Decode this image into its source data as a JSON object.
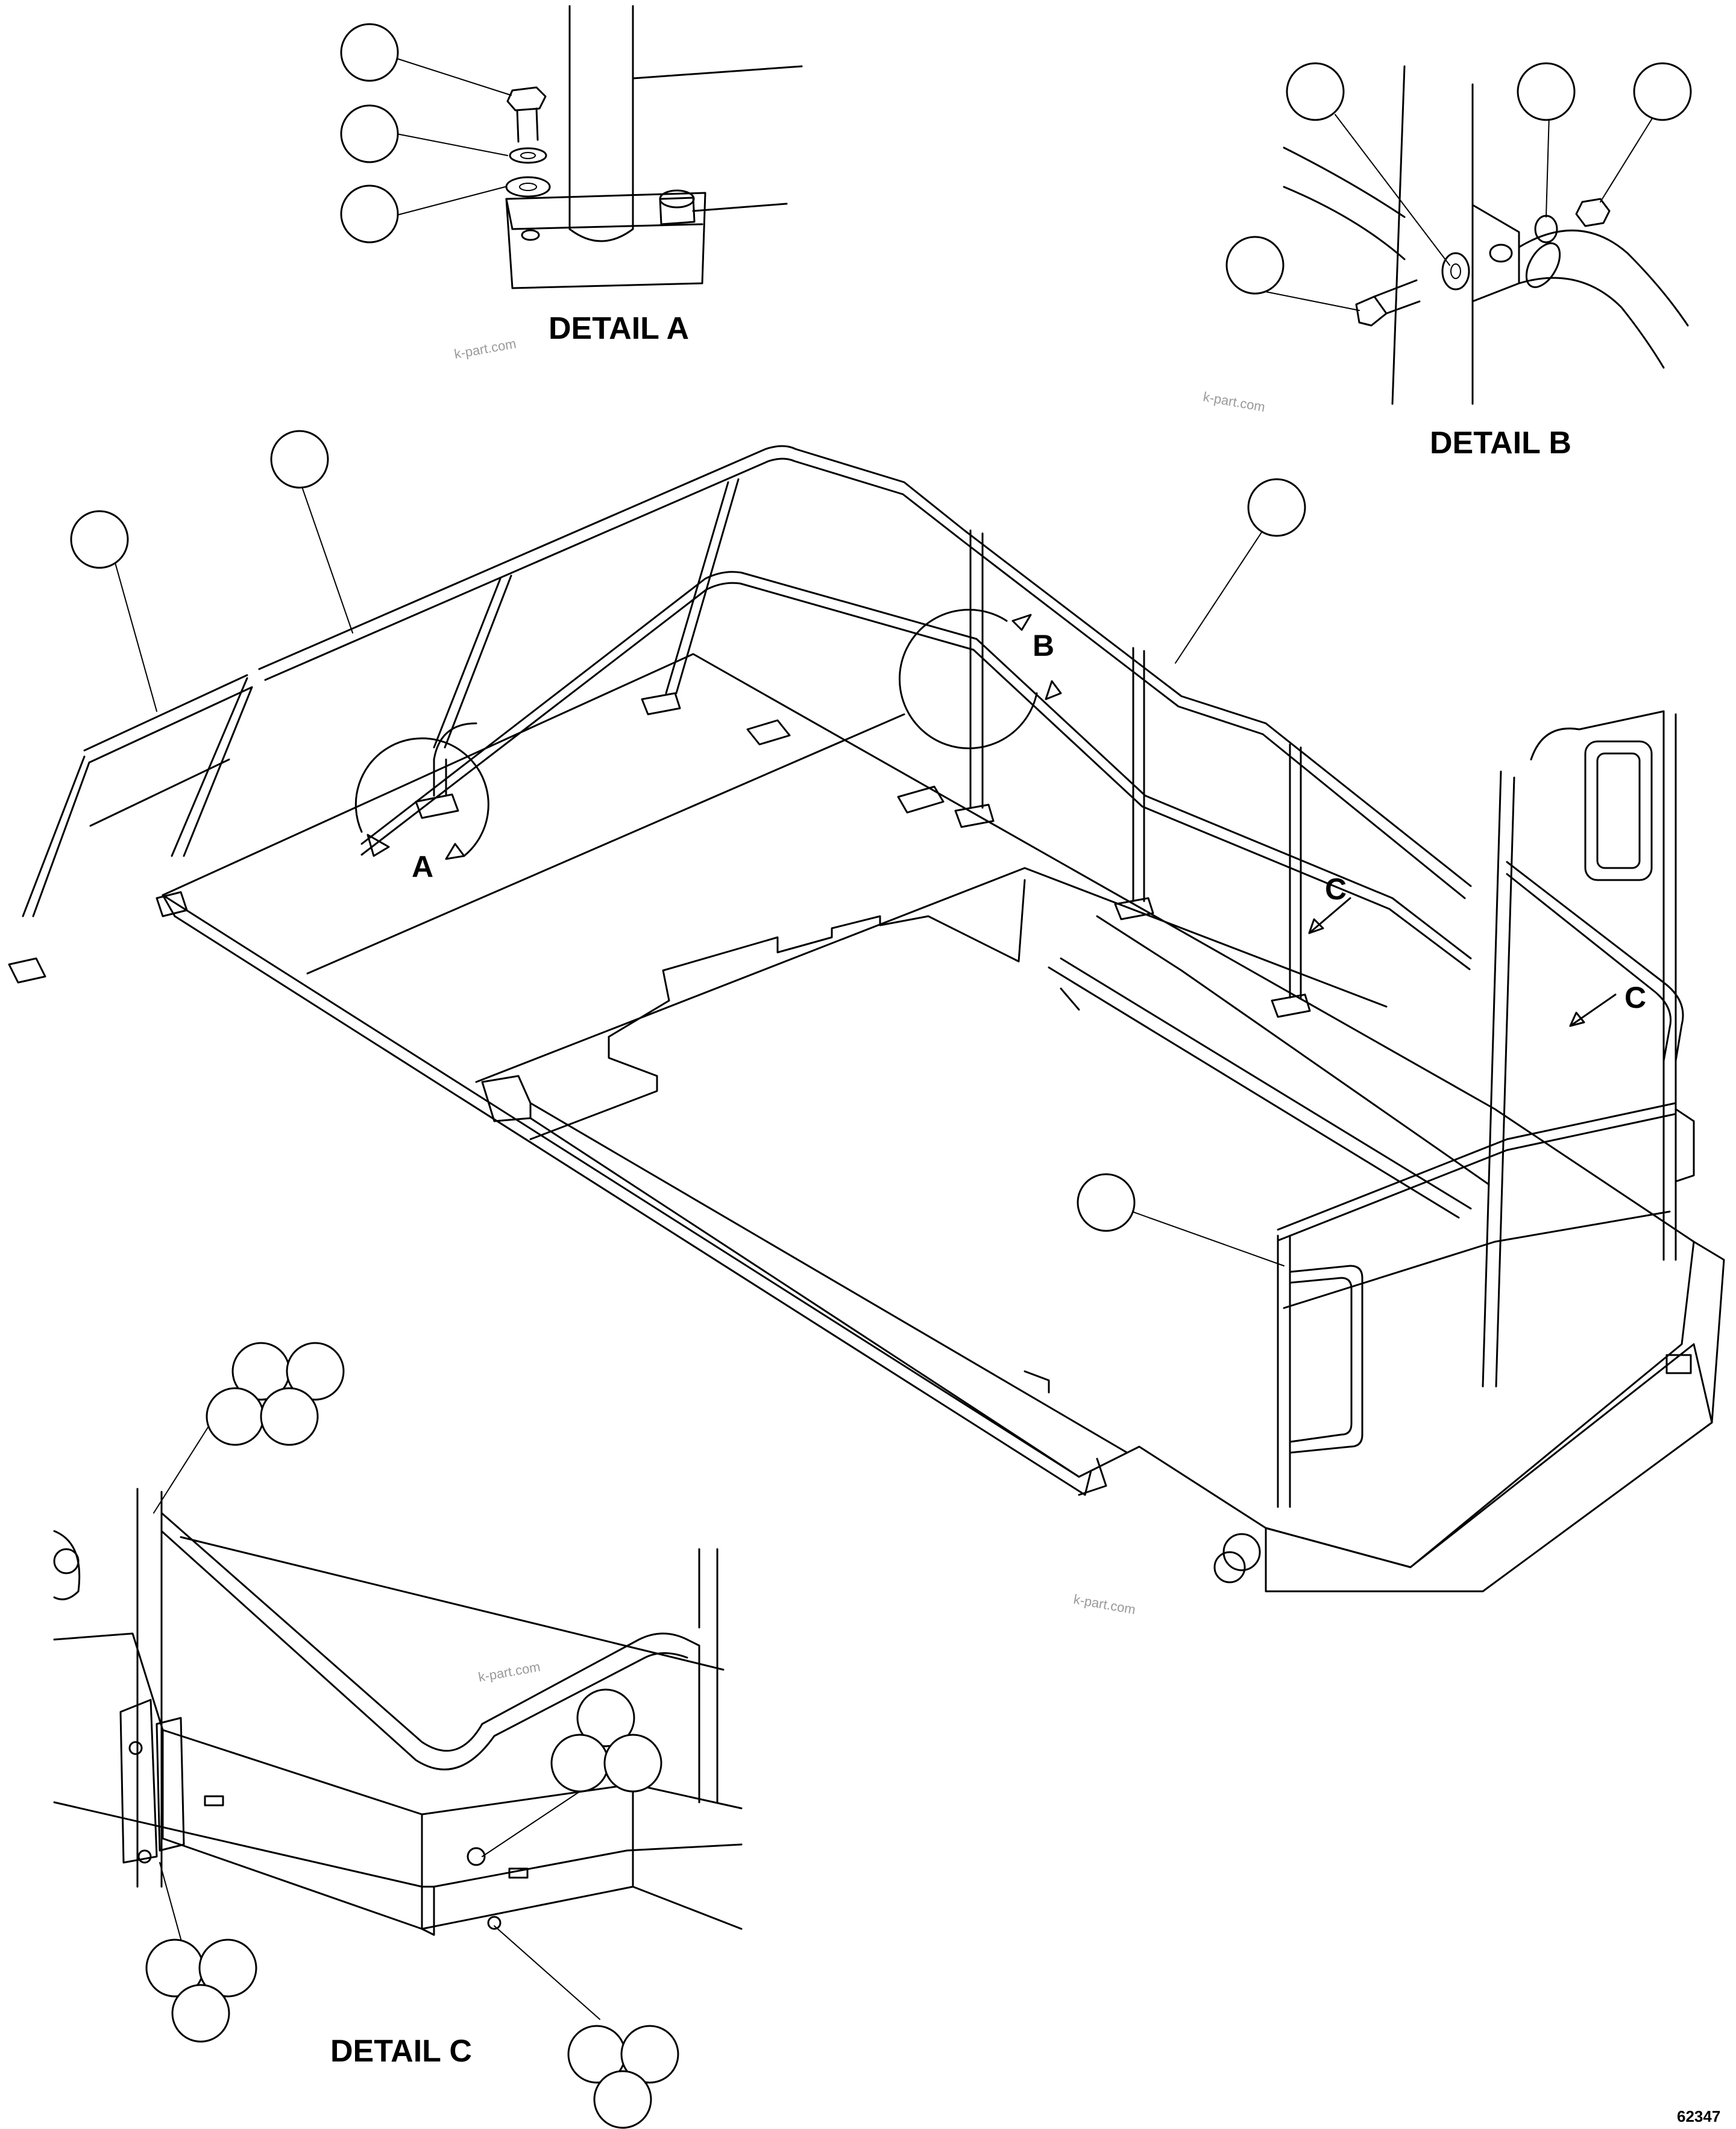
{
  "detail_labels": {
    "a": "DETAIL A",
    "b": "DETAIL B",
    "c": "DETAIL C"
  },
  "view_letters": {
    "a": "A",
    "b": "B",
    "c1": "C",
    "c2": "C"
  },
  "watermark": "k-part.com",
  "figure_number": "62347"
}
